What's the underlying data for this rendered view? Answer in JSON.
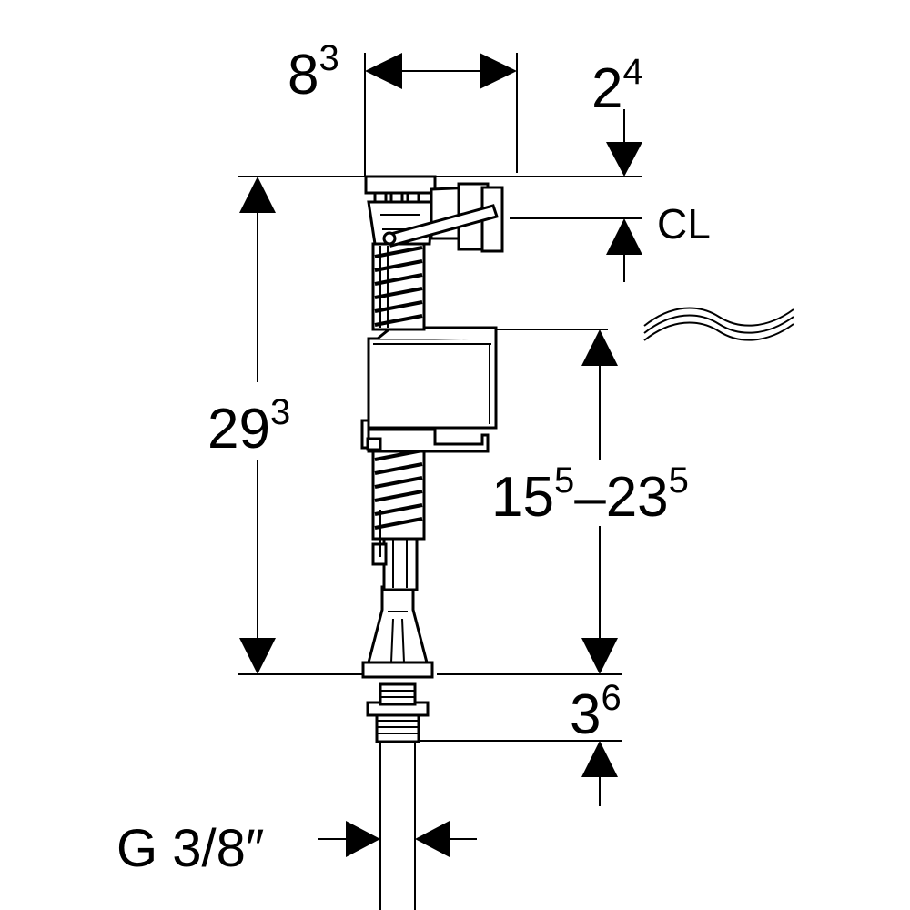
{
  "dimensions": {
    "width_top": {
      "base": "8",
      "sup": "3"
    },
    "offset_top": {
      "base": "2",
      "sup": "4"
    },
    "cl_label": "CL",
    "total_height": {
      "base": "29",
      "sup": "3"
    },
    "adjust_range": {
      "from_base": "15",
      "from_sup": "5",
      "dash": "–",
      "to_base": "23",
      "to_sup": "5"
    },
    "thread_length": {
      "base": "3",
      "sup": "6"
    },
    "connection_label": "G 3/8″"
  }
}
